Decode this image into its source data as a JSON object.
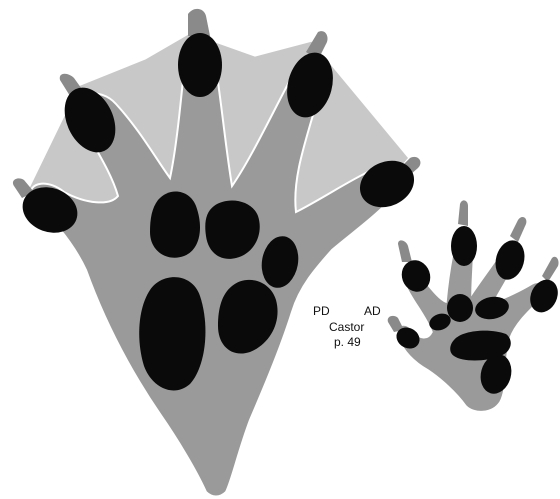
{
  "labels": {
    "hind_foot": "PD",
    "fore_foot": "AD",
    "species": "Castor",
    "page": "p. 49"
  },
  "colors": {
    "background": "#ffffff",
    "sole": "#9a9a9a",
    "web": "#c8c8c8",
    "pad": "#0a0a0a",
    "claw": "#8a8a8a",
    "outline": "#ffffff"
  }
}
